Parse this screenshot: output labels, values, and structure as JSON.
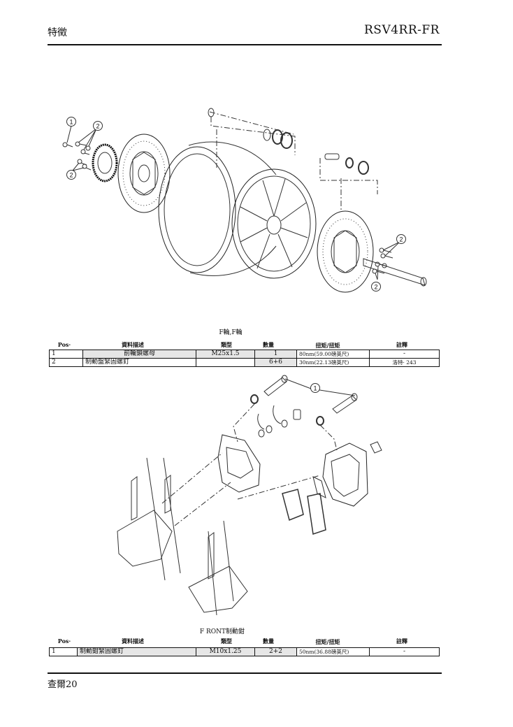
{
  "header": {
    "left": "特徵",
    "right": "RSV4RR-FR"
  },
  "footer": {
    "page": "查爾20"
  },
  "section1": {
    "caption": "F輪,F輪",
    "columns": [
      "Pos·",
      "資料描述",
      "類型",
      "數量",
      "扭矩/扭矩",
      "註釋"
    ],
    "rows": [
      {
        "pos": "1",
        "desc": "前輪鎖螺母",
        "type": "M25x1.5",
        "qty": "1",
        "torque": "80nm(59.00磅英尺)",
        "note": "-"
      },
      {
        "pos": "2",
        "desc": "制動盤緊固螺釘",
        "type": "",
        "qty": "6+6",
        "torque": "30nm(22.13磅英尺)",
        "note": "洛特· 243"
      }
    ],
    "callouts": [
      "1",
      "2"
    ]
  },
  "section2": {
    "caption": "F RONT制動鉗",
    "columns": [
      "Pos·",
      "資料描述",
      "類型",
      "數量",
      "扭矩/扭矩",
      "註釋"
    ],
    "rows": [
      {
        "pos": "1",
        "desc": "制動鉗緊固螺釘",
        "type": "M10x1.25",
        "qty": "2+2",
        "torque": "50nm(36.88磅英尺)",
        "note": "-"
      }
    ],
    "callouts": [
      "1"
    ]
  }
}
